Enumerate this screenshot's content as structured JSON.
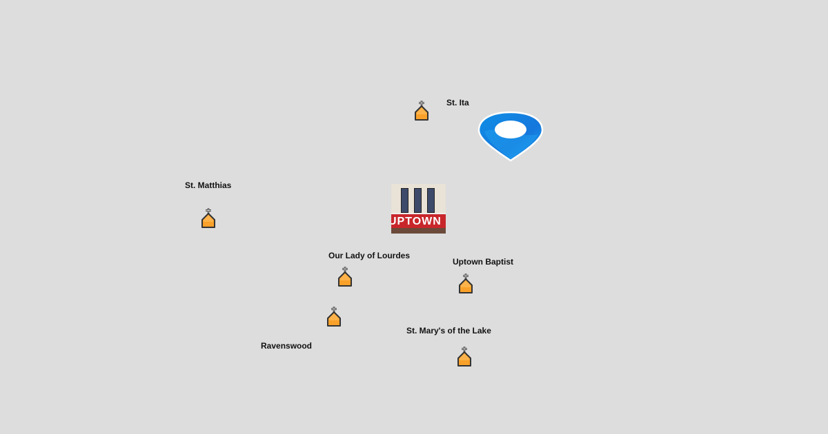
{
  "map": {
    "background": "#dddddd",
    "places": [
      {
        "name": "St. Ita",
        "icon": "church-icon"
      },
      {
        "name": "St. Matthias",
        "icon": "church-icon"
      },
      {
        "name": "Our Lady of Lourdes",
        "icon": "church-icon"
      },
      {
        "name": "Ravenswood",
        "icon": "church-icon"
      },
      {
        "name": "Uptown Baptist",
        "icon": "church-icon"
      },
      {
        "name": "St. Mary's of the Lake",
        "icon": "church-icon"
      }
    ],
    "location_pin": {
      "icon": "location-pin-icon",
      "color": "#1a8be8"
    },
    "photo": {
      "sign_text": "UPTOWN"
    }
  }
}
